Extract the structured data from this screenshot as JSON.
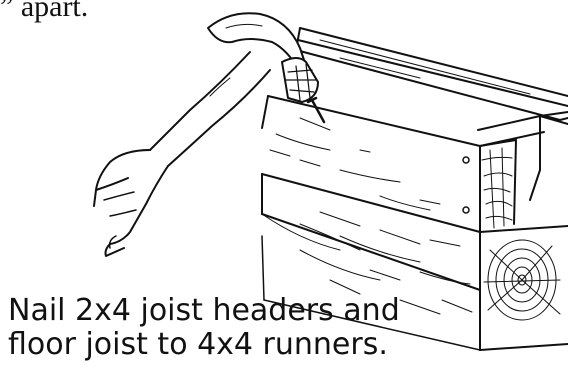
{
  "header_fragment": "” apart.",
  "caption": {
    "line1": "Nail 2x4 joist headers and",
    "line2": "floor joist to 4x4 runners."
  },
  "icons": [
    "hammer-icon",
    "hand-icon",
    "nail-icon"
  ]
}
